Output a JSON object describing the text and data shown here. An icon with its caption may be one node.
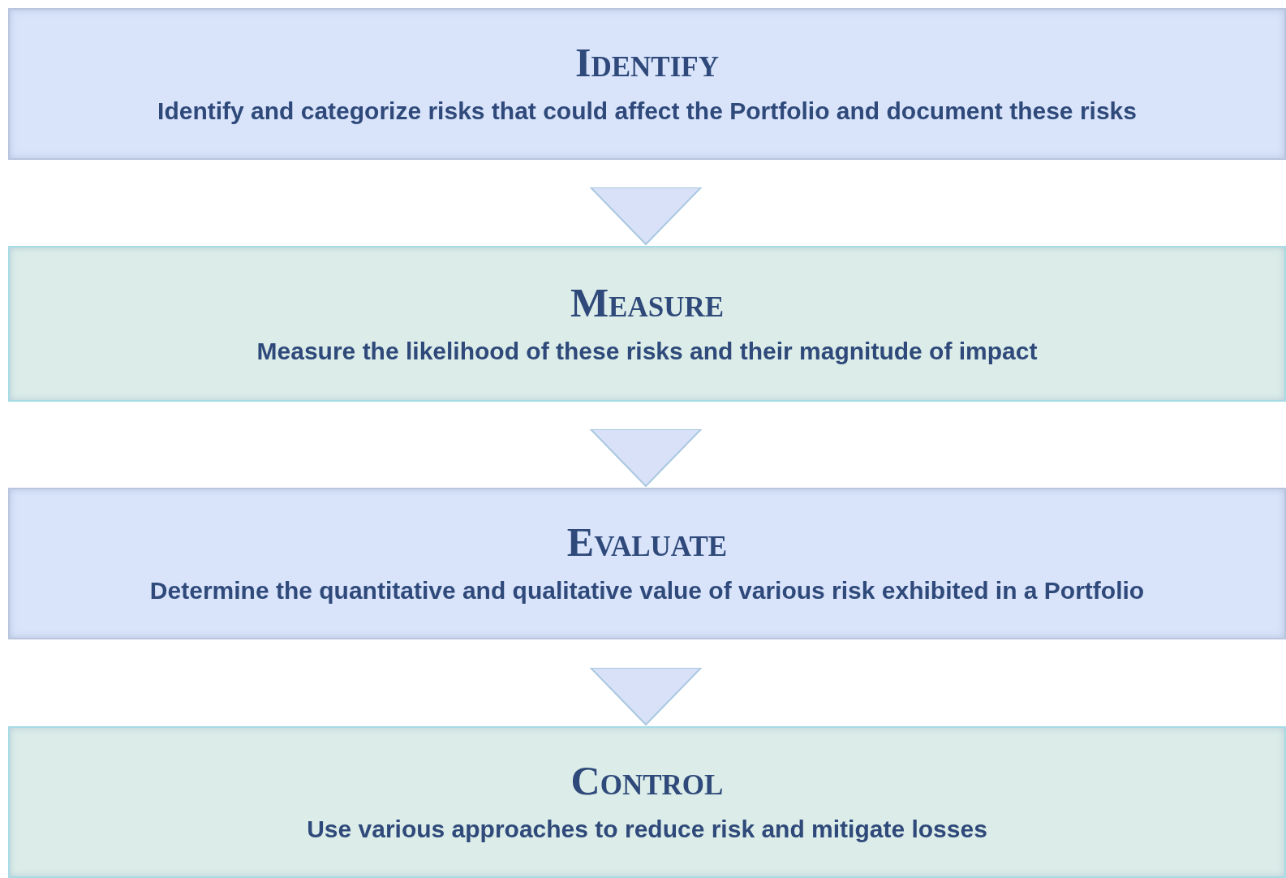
{
  "diagram": {
    "nodes": [
      {
        "text": [
          "Identify",
          "Identify and categorize risks that could affect the Portfolio and document these risks"
        ]
      },
      {
        "text": [
          "Measure",
          "Measure the likelihood of these risks and their magnitude of impact"
        ]
      },
      {
        "text": [
          "Evaluate",
          "Determine the quantitative and qualitative value of various risk exhibited in a Portfolio"
        ]
      },
      {
        "text": [
          "Control",
          "Use various approaches to reduce risk and mitigate losses"
        ]
      }
    ],
    "edges": [
      {
        "from": 0,
        "to": 1,
        "arrow": "to"
      },
      {
        "from": 1,
        "to": 2,
        "arrow": "to"
      },
      {
        "from": 2,
        "to": 3,
        "arrow": "to"
      }
    ]
  }
}
